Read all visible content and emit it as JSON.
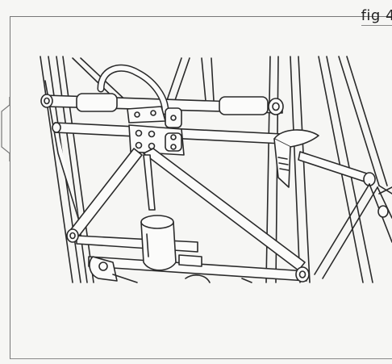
{
  "figure": {
    "label": "fig 4"
  },
  "colors": {
    "paper": "#f6f6f4",
    "ink": "#2a2a2a",
    "border": "#777777"
  },
  "parts": [
    "frame-tube-left",
    "crossbar-upper",
    "crossbar-middle",
    "joint-plate",
    "handle-bracket",
    "brace-diagonal",
    "lower-crossbar",
    "latch-clip",
    "pivot-hinge",
    "connector-block"
  ]
}
